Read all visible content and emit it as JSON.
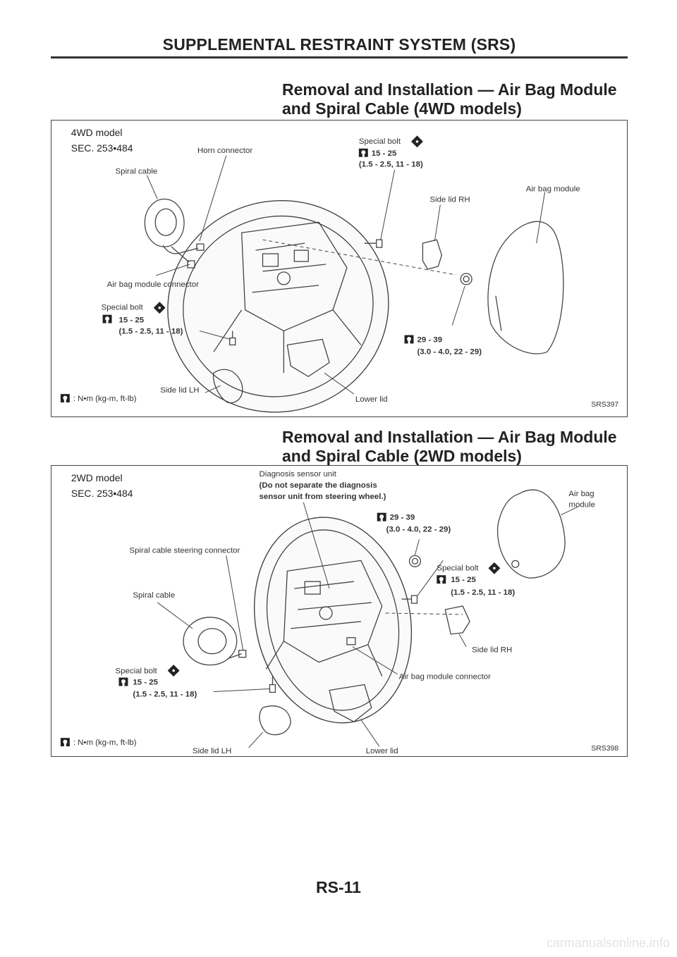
{
  "header": {
    "title": "SUPPLEMENTAL RESTRAINT SYSTEM (SRS)"
  },
  "sections": [
    {
      "title_line1": "Removal and Installation — Air Bag Module",
      "title_line2": "and Spiral Cable (4WD models)"
    },
    {
      "title_line1": "Removal and Installation — Air Bag Module",
      "title_line2": "and Spiral Cable (2WD models)"
    }
  ],
  "diagram_4wd": {
    "model": "4WD model",
    "sec": "SEC. 253•484",
    "labels": {
      "horn_connector": "Horn connector",
      "spiral_cable": "Spiral cable",
      "special_bolt_top": "Special bolt",
      "torque_top_1": "15 - 25",
      "torque_top_2": "(1.5 - 2.5, 11 - 18)",
      "side_lid_rh": "Side lid RH",
      "air_bag_module": "Air bag module",
      "air_bag_module_connector": "Air bag module connector",
      "special_bolt_left": "Special bolt",
      "torque_left_1": "15 - 25",
      "torque_left_2": "(1.5 - 2.5, 11 - 18)",
      "torque_nut_1": "29 - 39",
      "torque_nut_2": "(3.0 - 4.0, 22 - 29)",
      "side_lid_lh": "Side lid LH",
      "lower_lid": "Lower lid",
      "unit_legend": ": N•m (kg-m, ft-lb)",
      "code": "SRS397"
    }
  },
  "diagram_2wd": {
    "model": "2WD model",
    "sec": "SEC. 253•484",
    "labels": {
      "diagnosis_sensor_unit": "Diagnosis sensor unit",
      "diagnosis_note_1": "(Do not separate the diagnosis",
      "diagnosis_note_2": "sensor unit from steering wheel.)",
      "torque_nut_1": "29 - 39",
      "torque_nut_2": "(3.0 - 4.0, 22 - 29)",
      "air_bag": "Air bag",
      "module": "module",
      "spiral_cable_steering_connector": "Spiral cable steering connector",
      "special_bolt_right": "Special bolt",
      "torque_right_1": "15 - 25",
      "torque_right_2": "(1.5 - 2.5, 11 - 18)",
      "spiral_cable": "Spiral cable",
      "side_lid_rh": "Side lid RH",
      "special_bolt_left": "Special bolt",
      "torque_left_1": "15 - 25",
      "torque_left_2": "(1.5 - 2.5, 11 - 18)",
      "air_bag_module_connector": "Air bag module connector",
      "unit_legend": ": N•m (kg-m, ft-lb)",
      "side_lid_lh": "Side lid LH",
      "lower_lid": "Lower lid",
      "code": "SRS398"
    }
  },
  "page_number": "RS-11",
  "footer": "carmanualsonline.info"
}
